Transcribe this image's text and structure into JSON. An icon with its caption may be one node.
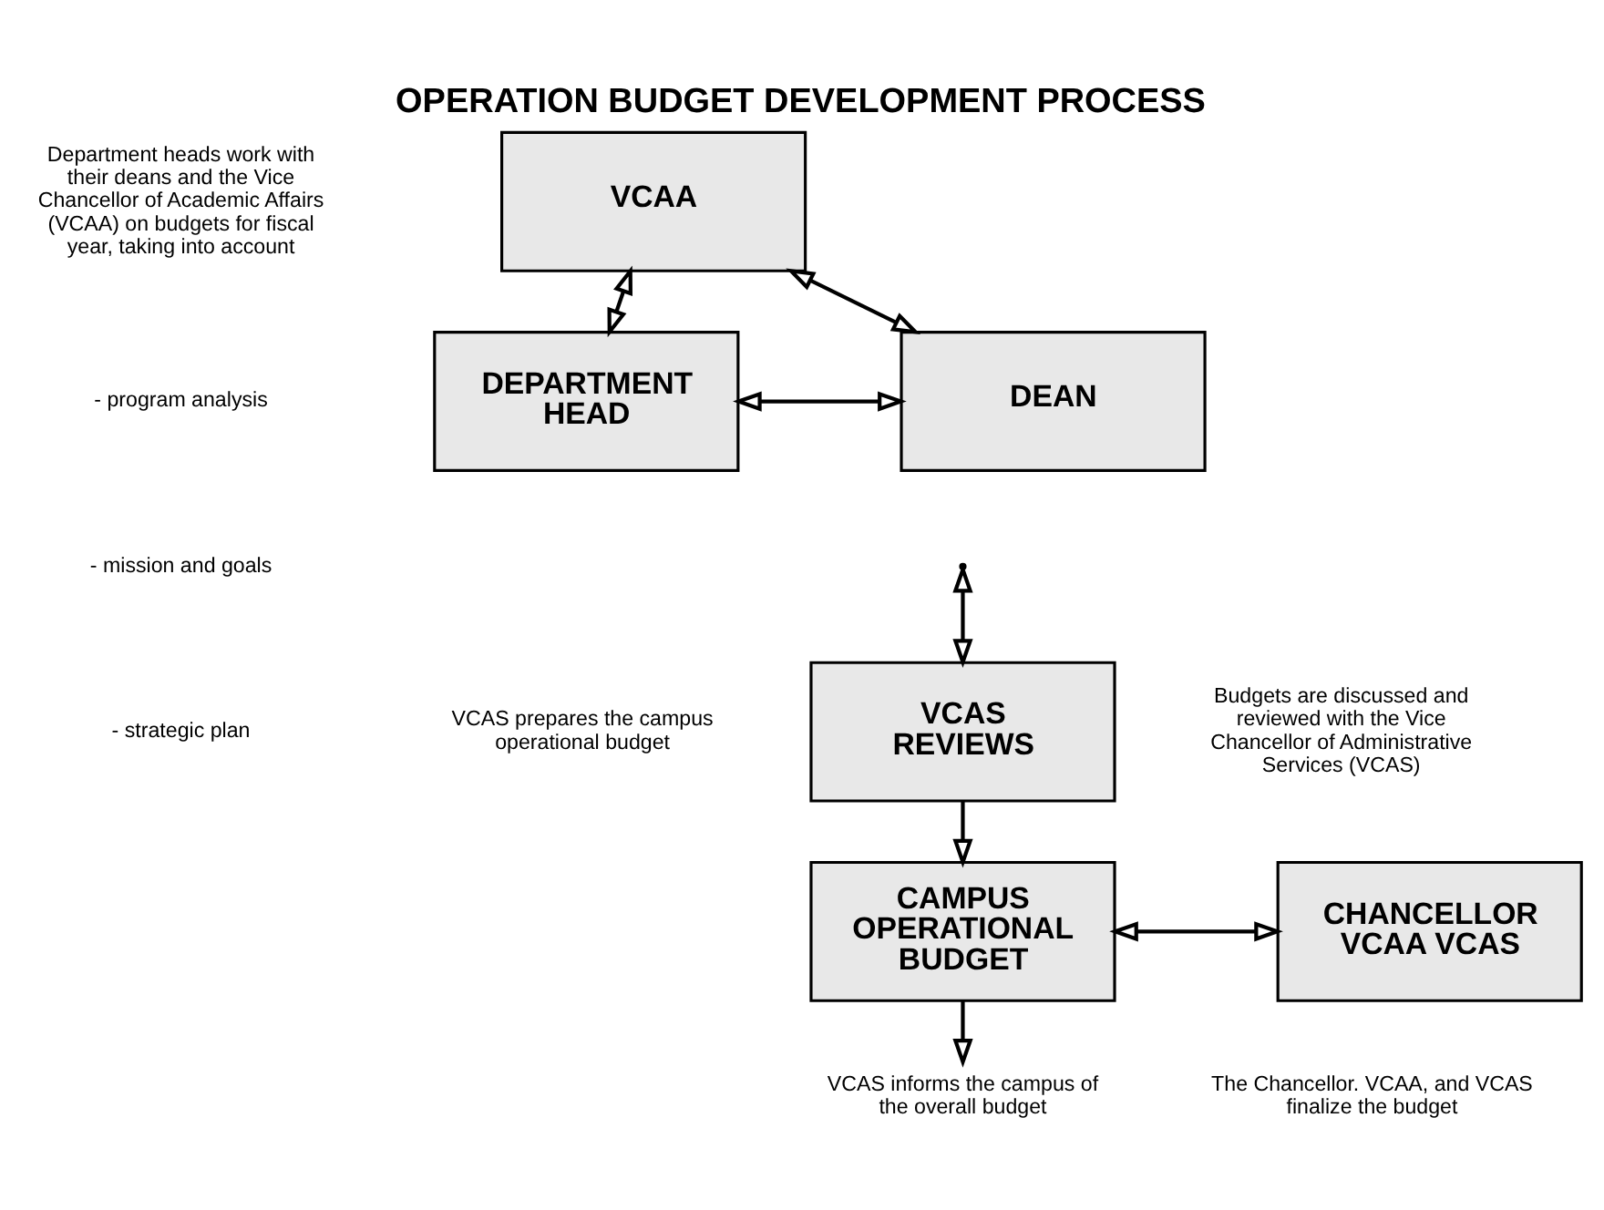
{
  "diagram": {
    "title": "OPERATION BUDGET DEVELOPMENT PROCESS",
    "nodes": [
      {
        "text": [
          "VCAA"
        ]
      },
      {
        "text": [
          "DEPARTMENT HEAD"
        ]
      },
      {
        "text": [
          "DEAN"
        ]
      },
      {
        "text": [
          "VCAS REVIEWS"
        ]
      },
      {
        "text": [
          "CAMPUS OPERATIONAL BUDGET"
        ]
      },
      {
        "text": [
          "CHANCELLOR VCAA VCAS"
        ]
      },
      {
        "text": [
          "VCAS informs the campus of the overall budget"
        ]
      }
    ],
    "edges": [
      {
        "from": 1,
        "to": 0,
        "arrow": "both"
      },
      {
        "from": 0,
        "to": 2,
        "arrow": "both"
      },
      {
        "from": 1,
        "to": 2,
        "arrow": "both"
      },
      {
        "from": null,
        "to": 3,
        "arrow": "both"
      },
      {
        "from": 3,
        "to": 4,
        "arrow": "to"
      },
      {
        "from": 4,
        "to": 5,
        "arrow": "both"
      },
      {
        "from": 4,
        "to": 6,
        "arrow": "to"
      }
    ],
    "labels": [
      "Department heads work with their deans and the Vice Chancellor of Academic Affairs (VCAA) on budgets for fiscal year, taking into account",
      "- program analysis",
      "- mission and goals",
      "- strategic plan",
      "Budgets are discussed and reviewed with the Vice Chancellor of Administrative Services (VCAS)",
      "VCAS prepares the campus operational budget",
      "The Chancellor. VCAA, and VCAS finalize the budget"
    ]
  }
}
